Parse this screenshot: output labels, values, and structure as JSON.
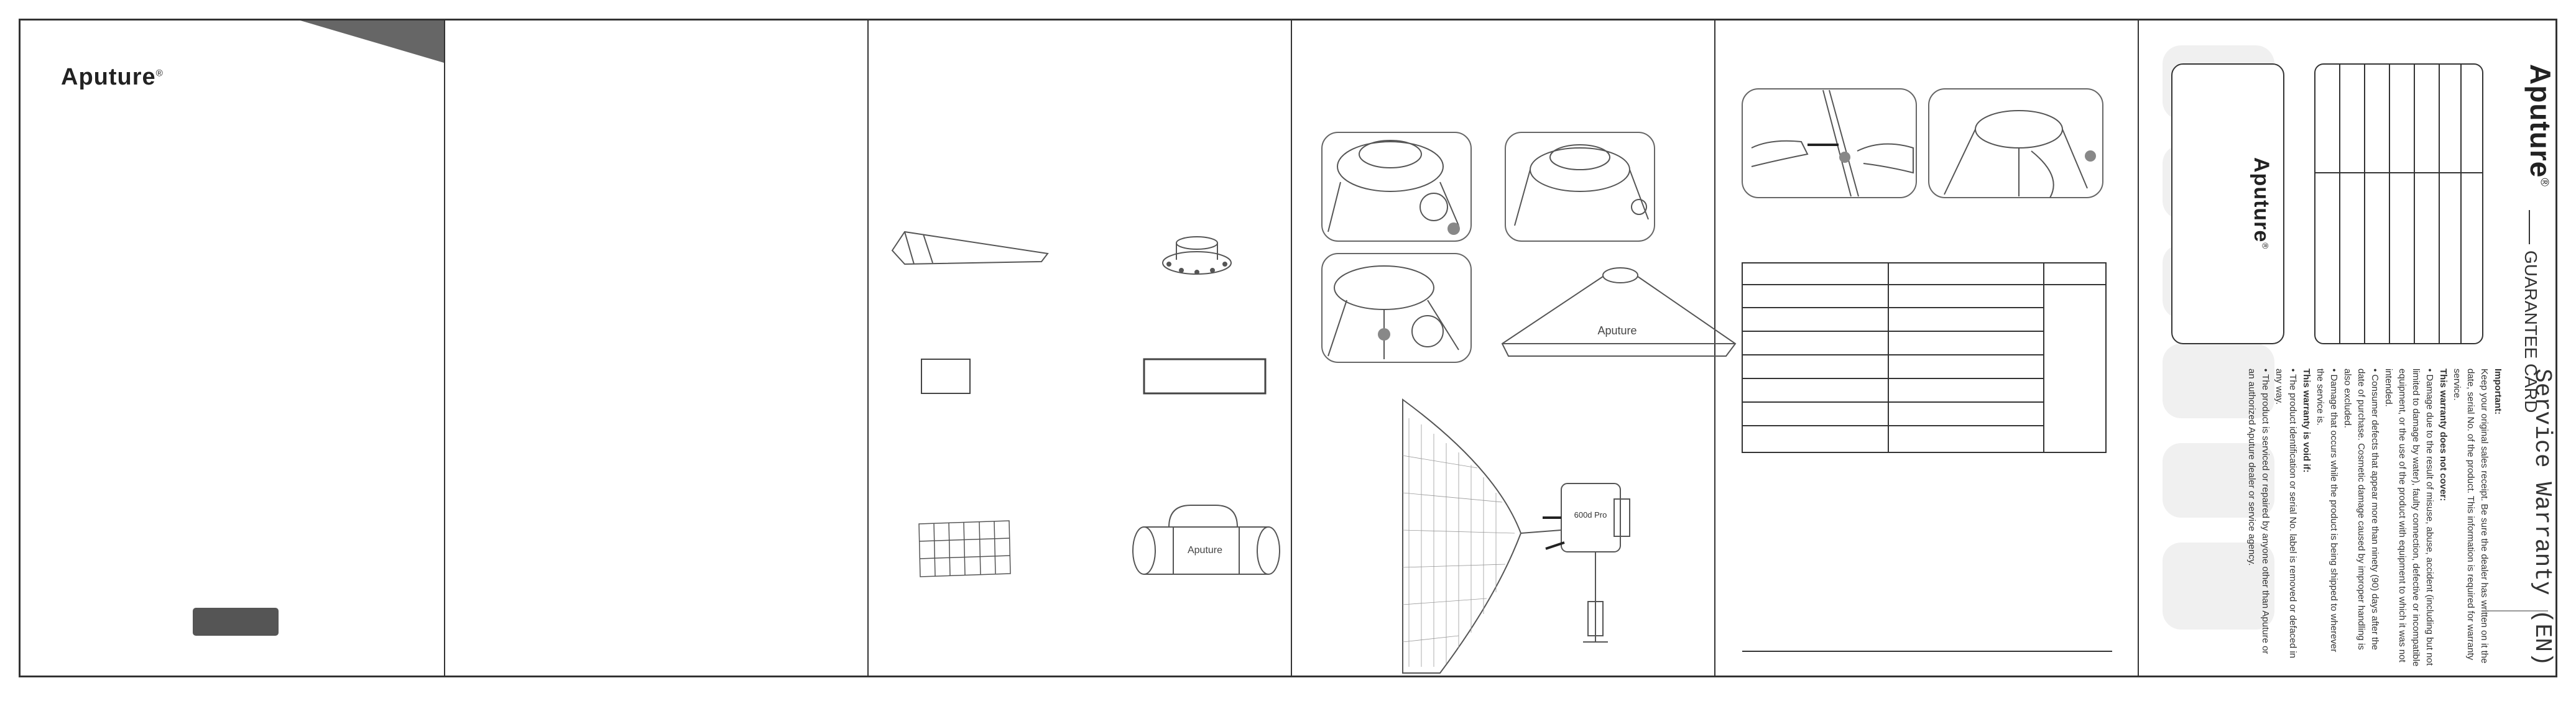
{
  "brand": {
    "logo_text": "Aputure",
    "registered_mark": "®"
  },
  "product_images": {
    "softbox_logo": "Aputure",
    "bag_logo": "Aputure",
    "light_model": "600d Pro"
  },
  "warranty": {
    "title": "Service Warranty (EN)",
    "guarantee_label": "GUARANTEE CARD",
    "important_heading": "Important:",
    "important_text": "Keep your original sales receipt. Be sure the dealer has written on it the date, serial No. of the product. This information is required for warranty service.",
    "not_cover_heading": "This warranty does not cover:",
    "not_cover_items": [
      "Damage due to the result of misuse, abuse, accident (including but not limited to damage by water), faulty connection, defective or incompatible equipment, or the use of the product with equipment to which it was not intended.",
      "Consumer defects that appear more than ninety (90) days after the date of purchase. Cosmetic damage caused by improper handling is also excluded.",
      "Damage that occurs while the product is being shipped to wherever the service is."
    ],
    "void_heading": "This warranty is void if:",
    "void_items": [
      "The product identification or serial No. label is removed or defaced in any way.",
      "The product is serviced or repaired by anyone other than Aputure or an authorized Aputure dealer or service agency."
    ]
  }
}
